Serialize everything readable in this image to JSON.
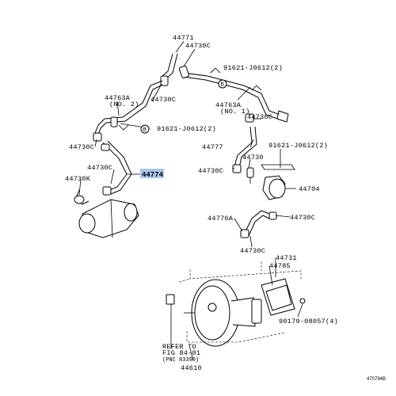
{
  "labels": {
    "l44771": "44771",
    "l44730c_a": "44730C",
    "l91621_a": "91621-J0612(2)",
    "b_a": "B",
    "l44763a_no2": "44763A",
    "l_no2": "(NO. 2)",
    "l44730c_b": "44730C",
    "l44763a_no1": "44763A",
    "l_no1": "(NO. 1)",
    "l44730c_c": "44730C",
    "b_b": "B",
    "l91621_b": "91621-J0612(2)",
    "l44730c_d": "44730C",
    "l44777": "44777",
    "l91621_c": "91621-J0612(2)",
    "l44730": "44730",
    "l44730c_e": "44730C",
    "l44730c_f": "44730C",
    "l44774": "44774",
    "l44730k": "44730K",
    "l44704": "44704",
    "l44776a": "44776A",
    "l44730c_g": "44730C",
    "l44730c_h": "44730C",
    "l44731": "44731",
    "l44785": "44785",
    "l90179": "90179-08057(4)",
    "ref1": "REFER TO",
    "ref2": "FIG 84-01",
    "ref3": "(PNC 83390)",
    "l44610": "44610",
    "fig_id": "470794B"
  },
  "highlight_color": "#a9c6ec"
}
